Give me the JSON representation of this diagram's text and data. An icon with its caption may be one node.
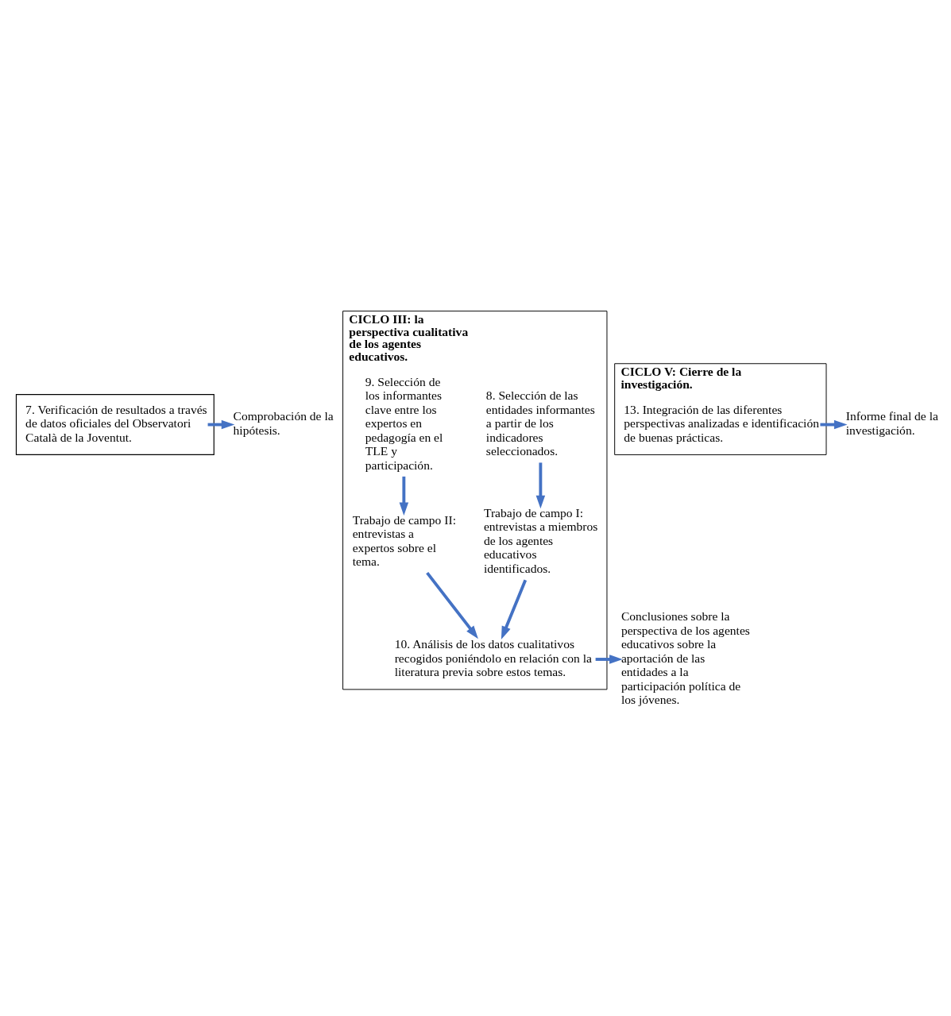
{
  "diagram": {
    "nodes": [
      {
        "text": [],
        "shape": "bracket"
      },
      {
        "text": [
          "7. Verificación de resultados a través de datos oficiales del Observatori Català de la Joventut."
        ],
        "in": 0
      },
      {
        "text": [
          "Comprobación de la hipótesis."
        ]
      },
      {
        "text": [
          "CICLO III: la perspectiva cualitativa de los agentes educativos."
        ]
      },
      {
        "text": [
          "8. Selección de las entidades informantes a partir de los indicadores seleccionados."
        ],
        "in": 3
      },
      {
        "text": [
          "9. Selección de los informantes clave entre los expertos en pedagogía en el TLE y participación."
        ],
        "in": 3
      },
      {
        "text": [
          "Trabajo de campo I: entrevistas a miembros de los agentes educativos identificados."
        ],
        "in": 3
      },
      {
        "text": [
          "Trabajo de campo II: entrevistas a expertos sobre el tema."
        ],
        "in": 3
      },
      {
        "text": [
          "10. Análisis de los datos cualitativos recogidos poniéndolo en relación con la literatura previa sobre estos temas."
        ],
        "in": 3
      },
      {
        "text": [
          "Conclusiones sobre la perspectiva de los agentes educativos sobre la aportación de las entidades a la participación política de los jóvenes."
        ]
      },
      {
        "text": [
          "CICLO V: Cierre de la investigación."
        ]
      },
      {
        "text": [
          "13. Integración de las diferentes perspectivas analizadas e identificación de buenas prácticas."
        ],
        "in": 10
      },
      {
        "text": [
          "Informe final de la investigación."
        ]
      }
    ],
    "edges": [
      {
        "from": 1,
        "to": 2,
        "arrow": "to"
      },
      {
        "from": 4,
        "to": 6,
        "arrow": "to"
      },
      {
        "from": 5,
        "to": 7,
        "arrow": "to"
      },
      {
        "from": 6,
        "to": 8,
        "arrow": "to"
      },
      {
        "from": 7,
        "to": 8,
        "arrow": "to"
      },
      {
        "from": 8,
        "to": 9,
        "arrow": "to"
      },
      {
        "from": 11,
        "to": 12,
        "arrow": "to"
      }
    ]
  }
}
